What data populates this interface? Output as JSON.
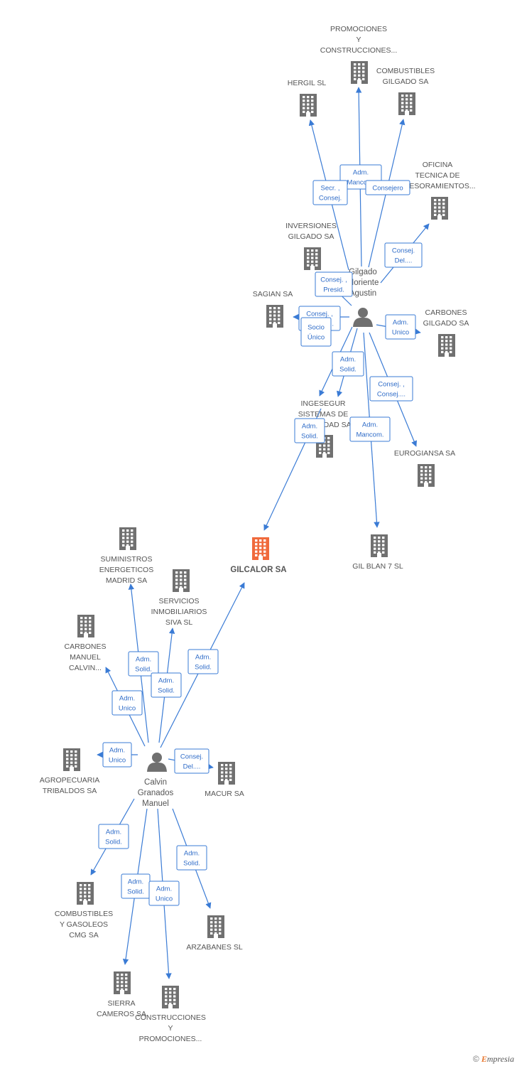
{
  "colors": {
    "edge": "#3a7bd5",
    "building": "#707070",
    "target": "#f06a3c",
    "person": "#707070",
    "label": "#555555"
  },
  "nodes": [
    {
      "id": "gilcalor",
      "type": "target",
      "icon": "building-icon",
      "label": [
        "GILCALOR SA"
      ]
    },
    {
      "id": "gilgado",
      "type": "person",
      "icon": "person-icon",
      "label": [
        "Gilgado",
        "Moriente",
        "Agustin"
      ]
    },
    {
      "id": "calvin",
      "type": "person",
      "icon": "person-icon",
      "label": [
        "Calvin",
        "Granados",
        "Manuel"
      ]
    },
    {
      "id": "promociones1",
      "type": "company",
      "icon": "building-icon",
      "label": [
        "PROMOCIONES",
        "Y",
        "CONSTRUCCIONES..."
      ]
    },
    {
      "id": "hergil",
      "type": "company",
      "icon": "building-icon",
      "label": [
        "HERGIL SL"
      ]
    },
    {
      "id": "combgilgado",
      "type": "company",
      "icon": "building-icon",
      "label": [
        "COMBUSTIBLES",
        "GILGADO SA"
      ]
    },
    {
      "id": "oficina",
      "type": "company",
      "icon": "building-icon",
      "label": [
        "OFICINA",
        "TECNICA DE",
        "ASESORAMIENTOS..."
      ]
    },
    {
      "id": "inversiones",
      "type": "company",
      "icon": "building-icon",
      "label": [
        "INVERSIONES",
        "GILGADO SA"
      ]
    },
    {
      "id": "sagian",
      "type": "company",
      "icon": "building-icon",
      "label": [
        "SAGIAN SA"
      ]
    },
    {
      "id": "carbgilgado",
      "type": "company",
      "icon": "building-icon",
      "label": [
        "CARBONES",
        "GILGADO SA"
      ]
    },
    {
      "id": "ingesegur",
      "type": "company",
      "icon": "building-icon",
      "label": [
        "INGESEGUR",
        "SISTEMAS DE",
        "SEGURIDAD SA"
      ]
    },
    {
      "id": "eurogiansa",
      "type": "company",
      "icon": "building-icon",
      "label": [
        "EUROGIANSA SA"
      ]
    },
    {
      "id": "gilblan",
      "type": "company",
      "icon": "building-icon",
      "label": [
        "GIL BLAN 7 SL"
      ]
    },
    {
      "id": "suministros",
      "type": "company",
      "icon": "building-icon",
      "label": [
        "SUMINISTROS",
        "ENERGETICOS",
        "MADRID SA"
      ]
    },
    {
      "id": "servicios",
      "type": "company",
      "icon": "building-icon",
      "label": [
        "SERVICIOS",
        "INMOBILIARIOS",
        "SIVA SL"
      ]
    },
    {
      "id": "carbmanuel",
      "type": "company",
      "icon": "building-icon",
      "label": [
        "CARBONES",
        "MANUEL",
        "CALVIN..."
      ]
    },
    {
      "id": "agropecuaria",
      "type": "company",
      "icon": "building-icon",
      "label": [
        "AGROPECUARIA",
        "TRIBALDOS SA"
      ]
    },
    {
      "id": "macur",
      "type": "company",
      "icon": "building-icon",
      "label": [
        "MACUR SA"
      ]
    },
    {
      "id": "combgasoleos",
      "type": "company",
      "icon": "building-icon",
      "label": [
        "COMBUSTIBLES",
        "Y GASOLEOS",
        "CMG SA"
      ]
    },
    {
      "id": "arzabanes",
      "type": "company",
      "icon": "building-icon",
      "label": [
        "ARZABANES SL"
      ]
    },
    {
      "id": "sierra",
      "type": "company",
      "icon": "building-icon",
      "label": [
        "SIERRA",
        "CAMEROS SA"
      ]
    },
    {
      "id": "construcciones2",
      "type": "company",
      "icon": "building-icon",
      "label": [
        "CONSTRUCCIONES",
        "Y",
        "PROMOCIONES..."
      ]
    }
  ],
  "edges": [
    {
      "from": "gilgado",
      "to": "promociones1",
      "role": [
        "Adm.",
        "Mancom."
      ]
    },
    {
      "from": "gilgado",
      "to": "hergil",
      "role": [
        "Secr. ,",
        "Consej."
      ]
    },
    {
      "from": "gilgado",
      "to": "combgilgado",
      "role": [
        "Consejero"
      ]
    },
    {
      "from": "gilgado",
      "to": "oficina",
      "role": [
        "Consej.",
        "Del...."
      ]
    },
    {
      "from": "gilgado",
      "to": "inversiones",
      "role": [
        "Consej. ,",
        "Presid."
      ]
    },
    {
      "from": "gilgado",
      "to": "sagian",
      "role": [
        "Consej. ,",
        "Consej...."
      ]
    },
    {
      "from": "gilgado",
      "to": "ingesegur",
      "role": [
        "Socio",
        "Único"
      ]
    },
    {
      "from": "gilgado",
      "to": "ingesegur",
      "role": [
        "Adm.",
        "Solid."
      ]
    },
    {
      "from": "gilgado",
      "to": "carbgilgado",
      "role": [
        "Adm.",
        "Unico"
      ]
    },
    {
      "from": "gilgado",
      "to": "eurogiansa",
      "role": [
        "Consej. ,",
        "Consej...."
      ]
    },
    {
      "from": "gilgado",
      "to": "gilblan",
      "role": [
        "Adm.",
        "Mancom."
      ]
    },
    {
      "from": "ingesegur",
      "to": "gilcalor",
      "role": [
        "Adm.",
        "Solid."
      ]
    },
    {
      "from": "calvin",
      "to": "gilcalor",
      "role": [
        "Adm.",
        "Solid."
      ]
    },
    {
      "from": "calvin",
      "to": "suministros",
      "role": [
        "Adm.",
        "Solid."
      ]
    },
    {
      "from": "calvin",
      "to": "servicios",
      "role": [
        "Adm.",
        "Solid."
      ]
    },
    {
      "from": "calvin",
      "to": "carbmanuel",
      "role": [
        "Adm.",
        "Unico"
      ]
    },
    {
      "from": "calvin",
      "to": "agropecuaria",
      "role": [
        "Adm.",
        "Unico"
      ]
    },
    {
      "from": "calvin",
      "to": "macur",
      "role": [
        "Consej.",
        "Del...."
      ]
    },
    {
      "from": "calvin",
      "to": "combgasoleos",
      "role": [
        "Adm.",
        "Solid."
      ]
    },
    {
      "from": "calvin",
      "to": "sierra",
      "role": [
        "Adm.",
        "Solid."
      ]
    },
    {
      "from": "calvin",
      "to": "construcciones2",
      "role": [
        "Adm.",
        "Unico"
      ]
    },
    {
      "from": "calvin",
      "to": "arzabanes",
      "role": [
        "Adm.",
        "Solid."
      ]
    }
  ],
  "footer": {
    "copyright": "©",
    "brand_first": "E",
    "brand_rest": "mpresia"
  }
}
